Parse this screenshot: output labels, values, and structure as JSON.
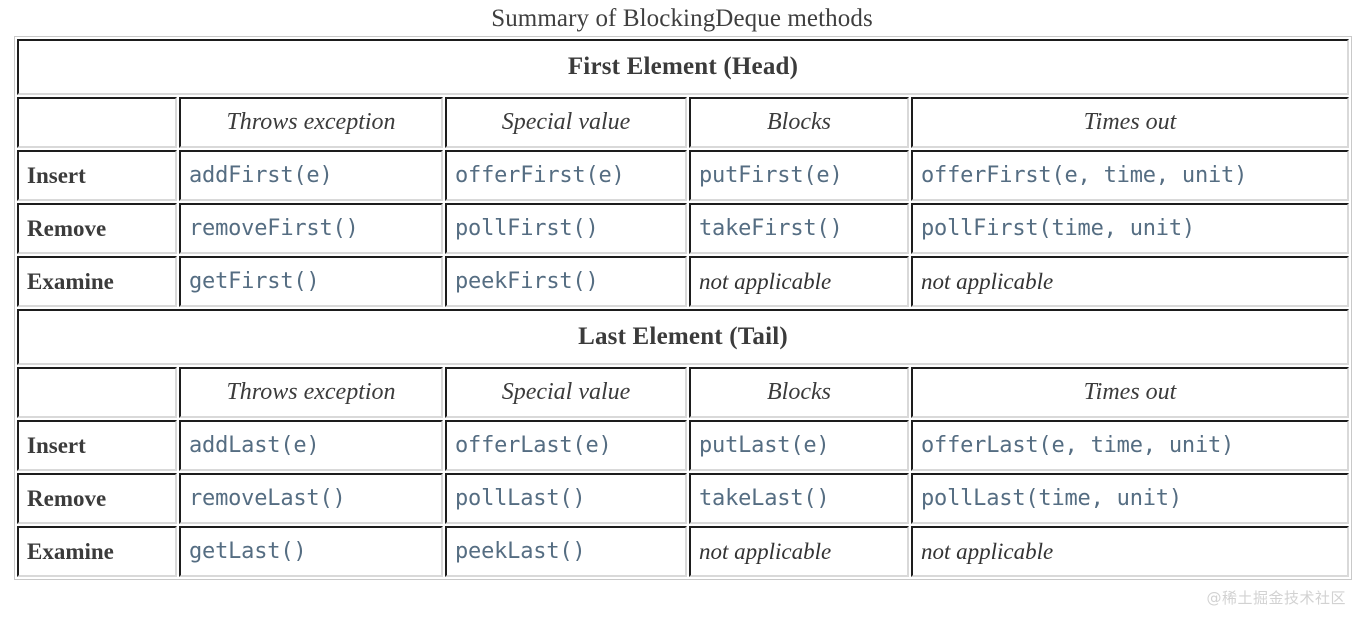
{
  "title": "Summary of BlockingDeque methods",
  "watermark": "@稀土掘金技术社区",
  "table": {
    "column_headers": [
      "",
      "Throws exception",
      "Special value",
      "Blocks",
      "Times out"
    ],
    "sections": [
      {
        "heading": "First Element (Head)",
        "rows": [
          {
            "label": "Insert",
            "cells": [
              {
                "text": "addFirst(e)",
                "kind": "code"
              },
              {
                "text": "offerFirst(e)",
                "kind": "code"
              },
              {
                "text": "putFirst(e)",
                "kind": "code"
              },
              {
                "text": "offerFirst(e, time, unit)",
                "kind": "code"
              }
            ]
          },
          {
            "label": "Remove",
            "cells": [
              {
                "text": "removeFirst()",
                "kind": "code"
              },
              {
                "text": "pollFirst()",
                "kind": "code"
              },
              {
                "text": "takeFirst()",
                "kind": "code"
              },
              {
                "text": "pollFirst(time, unit)",
                "kind": "code"
              }
            ]
          },
          {
            "label": "Examine",
            "cells": [
              {
                "text": "getFirst()",
                "kind": "code"
              },
              {
                "text": "peekFirst()",
                "kind": "code"
              },
              {
                "text": "not applicable",
                "kind": "na"
              },
              {
                "text": "not applicable",
                "kind": "na"
              }
            ]
          }
        ]
      },
      {
        "heading": "Last Element (Tail)",
        "rows": [
          {
            "label": "Insert",
            "cells": [
              {
                "text": "addLast(e)",
                "kind": "code"
              },
              {
                "text": "offerLast(e)",
                "kind": "code"
              },
              {
                "text": "putLast(e)",
                "kind": "code"
              },
              {
                "text": "offerLast(e, time, unit)",
                "kind": "code"
              }
            ]
          },
          {
            "label": "Remove",
            "cells": [
              {
                "text": "removeLast()",
                "kind": "code"
              },
              {
                "text": "pollLast()",
                "kind": "code"
              },
              {
                "text": "takeLast()",
                "kind": "code"
              },
              {
                "text": "pollLast(time, unit)",
                "kind": "code"
              }
            ]
          },
          {
            "label": "Examine",
            "cells": [
              {
                "text": "getLast()",
                "kind": "code"
              },
              {
                "text": "peekLast()",
                "kind": "code"
              },
              {
                "text": "not applicable",
                "kind": "na"
              },
              {
                "text": "not applicable",
                "kind": "na"
              }
            ]
          }
        ]
      }
    ]
  },
  "colors": {
    "code_text": "#556d82",
    "heading_text": "#3b3b3b",
    "cell_border": "#1d1d1d",
    "table_border": "#c9c9c9",
    "watermark": "#d2d2d2"
  }
}
